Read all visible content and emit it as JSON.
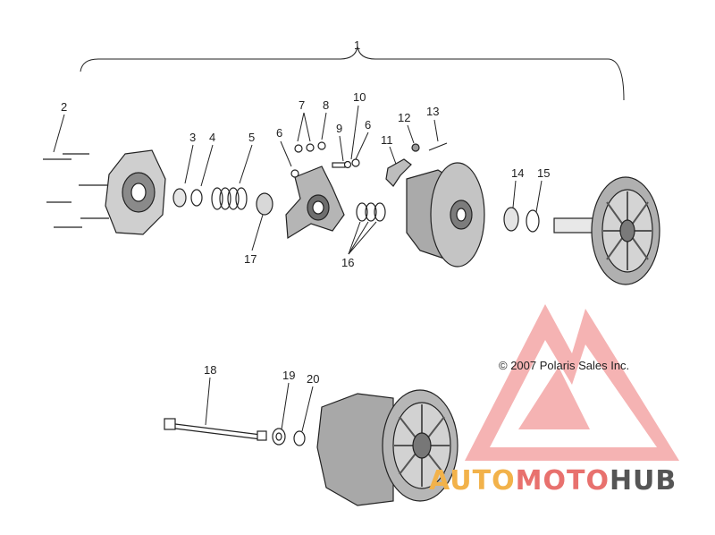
{
  "diagram": {
    "callouts": [
      "1",
      "2",
      "3",
      "4",
      "5",
      "6",
      "7",
      "8",
      "9",
      "10",
      "6",
      "11",
      "12",
      "13",
      "14",
      "15",
      "16",
      "17",
      "18",
      "19",
      "20"
    ],
    "copyright": "© 2007 Polaris Sales Inc."
  },
  "watermark": {
    "part1": "AUTO",
    "part2": "MOTO",
    "part3": "HUB",
    "colors": {
      "auto": "#f2b24a",
      "moto": "#e8716e",
      "hub": "#555555",
      "triangle": "#f08a8a"
    }
  }
}
